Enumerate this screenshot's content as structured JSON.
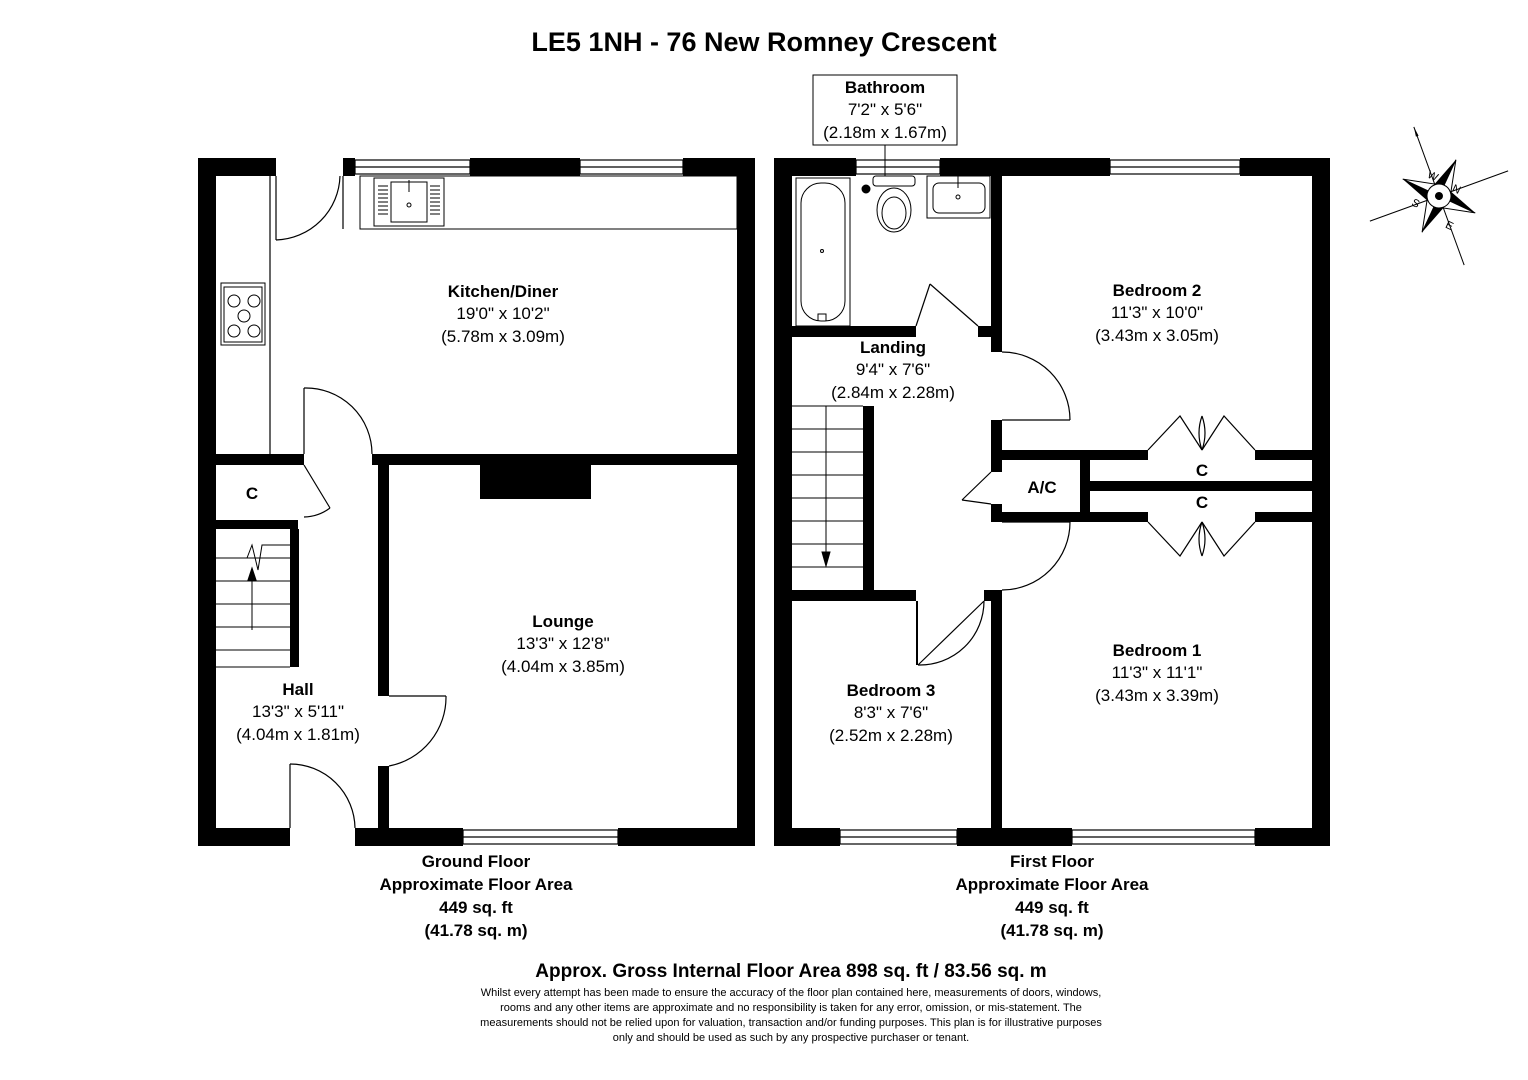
{
  "title": "LE5 1NH - 76 New Romney Crescent",
  "ground_floor": {
    "rooms": {
      "kitchen": {
        "name": "Kitchen/Diner",
        "imperial": "19'0\" x 10'2\"",
        "metric": "(5.78m x 3.09m)"
      },
      "lounge": {
        "name": "Lounge",
        "imperial": "13'3\" x 12'8\"",
        "metric": "(4.04m x 3.85m)"
      },
      "hall": {
        "name": "Hall",
        "imperial": "13'3\" x 5'11\"",
        "metric": "(4.04m x 1.81m)"
      },
      "cupboard": {
        "name": "C"
      }
    },
    "label": "Ground Floor",
    "area_label": "Approximate Floor Area",
    "area_sqft": "449 sq. ft",
    "area_sqm": "(41.78 sq. m)"
  },
  "first_floor": {
    "rooms": {
      "bathroom": {
        "name": "Bathroom",
        "imperial": "7'2\" x 5'6\"",
        "metric": "(2.18m x 1.67m)"
      },
      "bedroom2": {
        "name": "Bedroom 2",
        "imperial": "11'3\" x 10'0\"",
        "metric": "(3.43m x 3.05m)"
      },
      "landing": {
        "name": "Landing",
        "imperial": "9'4\" x 7'6\"",
        "metric": "(2.84m x 2.28m)"
      },
      "bedroom1": {
        "name": "Bedroom 1",
        "imperial": "11'3\" x 11'1\"",
        "metric": "(3.43m x 3.39m)"
      },
      "bedroom3": {
        "name": "Bedroom 3",
        "imperial": "8'3\" x 7'6\"",
        "metric": "(2.52m x 2.28m)"
      },
      "airing_cupboard": {
        "name": "A/C"
      },
      "cupboard_a": {
        "name": "C"
      },
      "cupboard_b": {
        "name": "C"
      }
    },
    "label": "First Floor",
    "area_label": "Approximate Floor Area",
    "area_sqft": "449 sq. ft",
    "area_sqm": "(41.78 sq. m)"
  },
  "gross_area": "Approx. Gross Internal Floor Area 898 sq. ft / 83.56 sq. m",
  "disclaimer": [
    "Whilst every attempt has been made to ensure the accuracy of the floor plan contained here, measurements of doors, windows,",
    "rooms and any other items are approximate and no responsibility is taken for any error, omission, or mis-statement. The",
    "measurements should not be relied upon for valuation, transaction and/or funding purposes. This plan is for illustrative purposes",
    "only and should be used as such by any prospective purchaser or tenant."
  ],
  "compass": {
    "n": "N",
    "e": "E",
    "s": "S",
    "w": "W"
  },
  "colors": {
    "wall": "#000000",
    "background": "#ffffff",
    "fixture": "#555555"
  },
  "icons": [
    "compass-rose-icon",
    "sink-icon",
    "hob-icon",
    "bath-icon",
    "toilet-icon",
    "basin-icon",
    "stairs-icon"
  ]
}
